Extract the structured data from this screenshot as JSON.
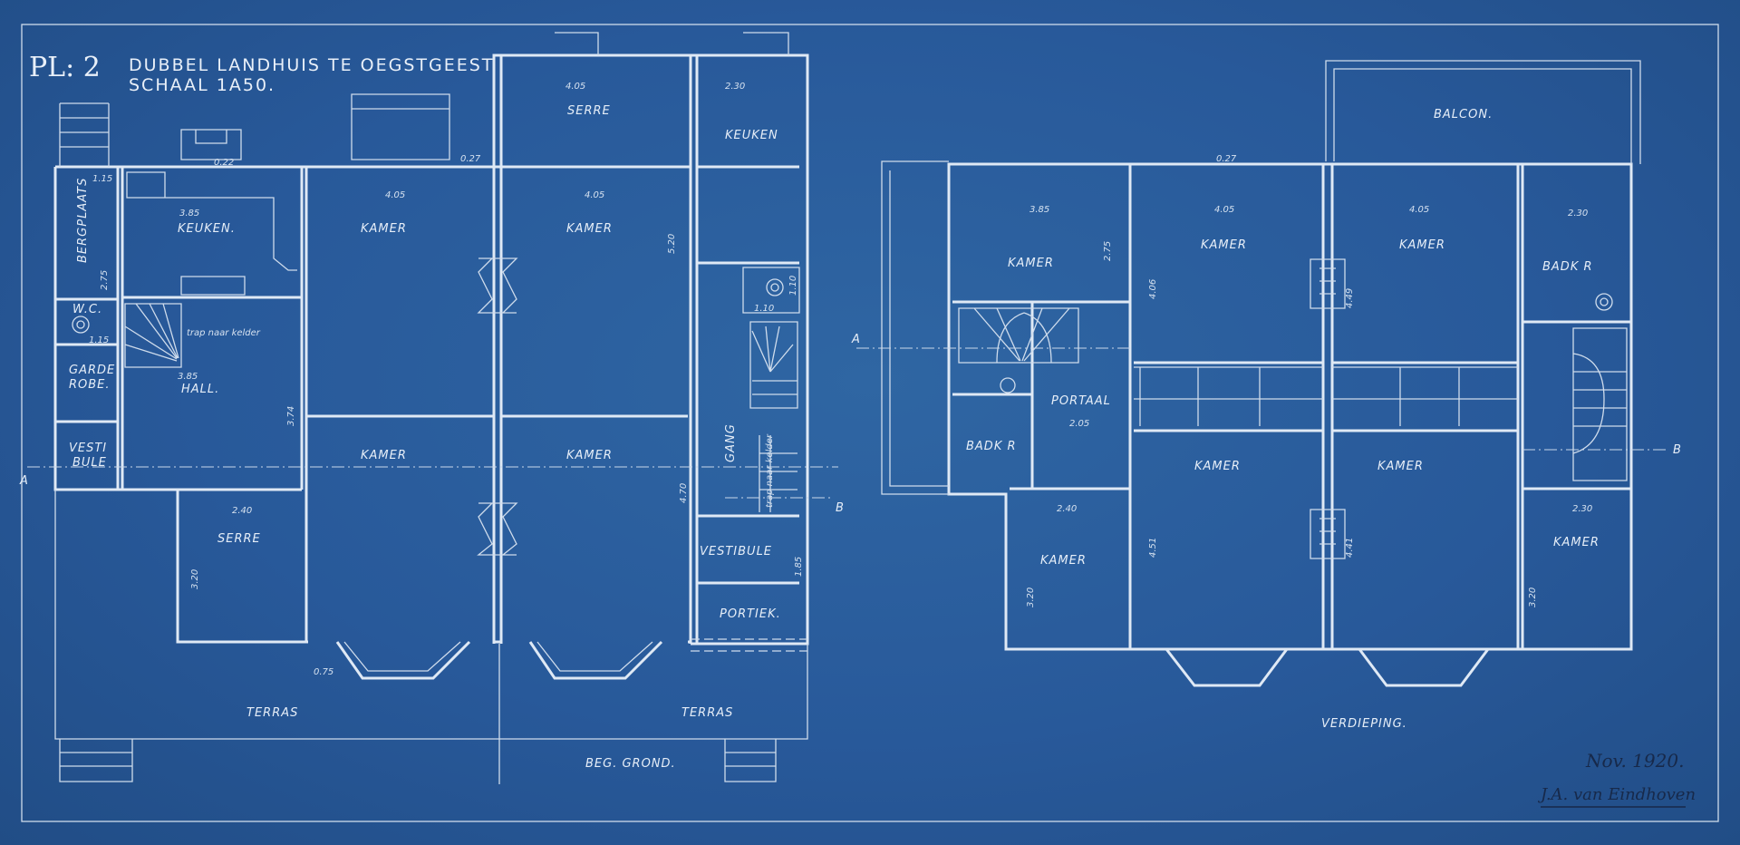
{
  "title": {
    "plate": "PL: 2",
    "name": "DUBBEL LANDHUIS TE OEGSTGEEST",
    "scale": "SCHAAL 1A50."
  },
  "ground_floor": {
    "caption": "BEG. GROND.",
    "rooms": {
      "bergplaats": "BERGPLAATS",
      "keuken_left": "KEUKEN.",
      "wc": "W.C.",
      "garderobe_1": "GARDE",
      "garderobe_2": "ROBE.",
      "vestibule_left_1": "VESTI",
      "vestibule_left_2": "BULE",
      "hall": "HALL.",
      "trap": "trap naar kelder",
      "serre_left": "SERRE",
      "kamer_tl": "KAMER",
      "kamer_tr": "KAMER",
      "kamer_bl": "KAMER",
      "kamer_br": "KAMER",
      "serre_top": "SERRE",
      "keuken_right": "KEUKEN",
      "gang": "GANG",
      "trap_right": "trap naar kelder",
      "vestibule_right": "VESTIBULE",
      "portiek": "PORTIEK.",
      "terras_left": "TERRAS",
      "terras_right": "TERRAS"
    },
    "dims": [
      "1.15",
      "3.85",
      "3.85",
      "2.75",
      "1.15",
      "4.05",
      "4.05",
      "4.05",
      "2.30",
      "2.40",
      "3.20",
      "5.20",
      "4.70",
      "1.85",
      "1.10",
      "1.10",
      "0.75",
      "3.74",
      "0.22",
      "0.27"
    ]
  },
  "upper_floor": {
    "caption": "VERDIEPING.",
    "rooms": {
      "balcon": "BALCON.",
      "kamer_tl": "KAMER",
      "kamer_tm": "KAMER",
      "kamer_tr": "KAMER",
      "badk_left": "BADK R",
      "portaal": "PORTAAL",
      "badk_right": "BADK R",
      "kamer_ml": "KAMER",
      "kamer_mr": "KAMER",
      "kamer_bl": "KAMER",
      "kamer_br": "KAMER"
    },
    "dims": [
      "3.85",
      "4.05",
      "4.05",
      "2.30",
      "2.75",
      "4.06",
      "4.49",
      "2.05",
      "2.40",
      "4.51",
      "4.41",
      "2.30",
      "3.20",
      "3.20",
      "0.27"
    ]
  },
  "section_markers": {
    "a_left": "A",
    "b_left": "B",
    "a_right": "A",
    "b_right": "B"
  },
  "signature": {
    "date": "Nov. 1920.",
    "name": "J.A. van Eindhoven"
  }
}
